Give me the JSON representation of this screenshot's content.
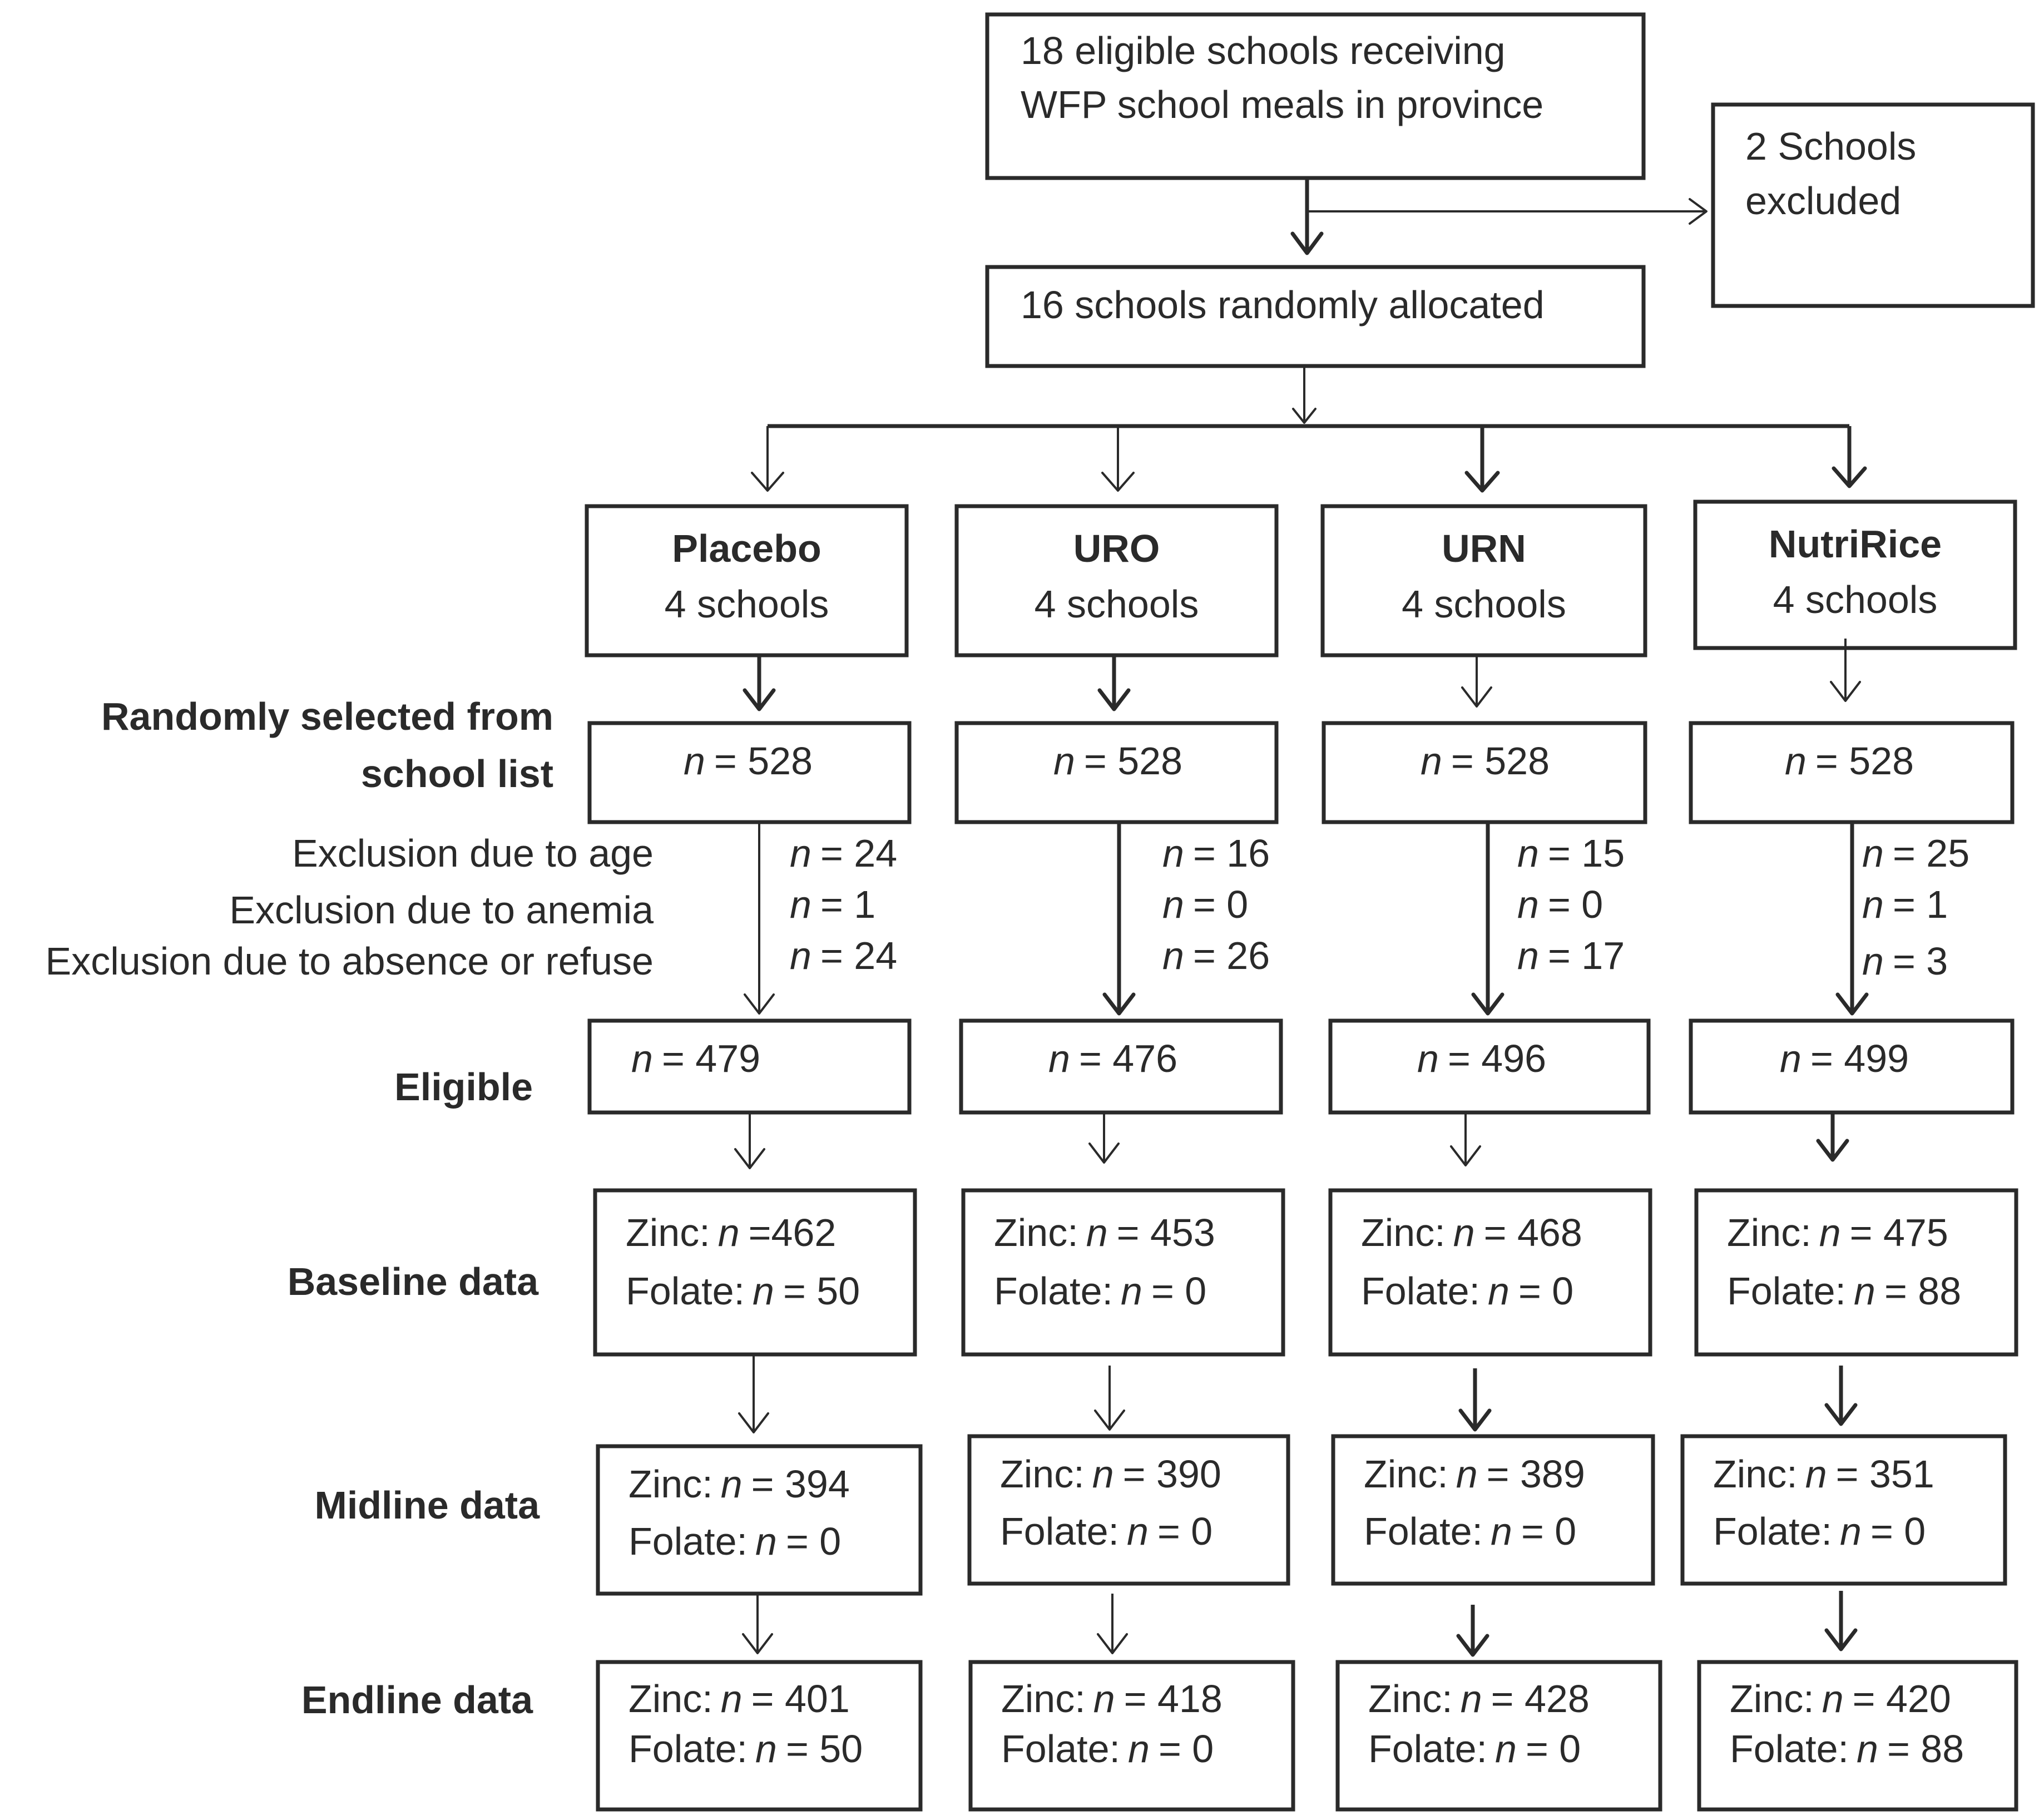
{
  "top": {
    "eligible_line1": "18 eligible schools receiving",
    "eligible_line2": "WFP school meals in province",
    "excluded_line1": "2 Schools",
    "excluded_line2": "excluded",
    "allocated": "16 schools randomly allocated"
  },
  "row_labels": {
    "selected_line1": "Randomly selected from",
    "selected_line2": "school list",
    "excl_age": "Exclusion due to age",
    "excl_anemia": "Exclusion due to anemia",
    "excl_absence": "Exclusion due to absence or refuse",
    "eligible": "Eligible",
    "baseline": "Baseline data",
    "midline": "Midline data",
    "endline": "Endline data"
  },
  "n_symbol": "n",
  "zinc_label": "Zinc:",
  "folate_label": "Folate:",
  "arms": [
    {
      "name": "Placebo",
      "schools": "4 schools",
      "selected": "= 528",
      "excl_age": "= 24",
      "excl_anemia": "= 1",
      "excl_absence": "= 24",
      "eligible": "= 479",
      "baseline_zinc": "=462",
      "baseline_folate": "= 50",
      "midline_zinc": "= 394",
      "midline_folate": "= 0",
      "endline_zinc": "= 401",
      "endline_folate": "= 50"
    },
    {
      "name": "URO",
      "schools": "4 schools",
      "selected": "= 528",
      "excl_age": "= 16",
      "excl_anemia": "= 0",
      "excl_absence": "= 26",
      "eligible": "= 476",
      "baseline_zinc": "= 453",
      "baseline_folate": "= 0",
      "midline_zinc": "= 390",
      "midline_folate": "= 0",
      "endline_zinc": "= 418",
      "endline_folate": "= 0"
    },
    {
      "name": "URN",
      "schools": "4 schools",
      "selected": "= 528",
      "excl_age": "= 15",
      "excl_anemia": "= 0",
      "excl_absence": "= 17",
      "eligible": "= 496",
      "baseline_zinc": "= 468",
      "baseline_folate": "= 0",
      "midline_zinc": "= 389",
      "midline_folate": "= 0",
      "endline_zinc": "= 428",
      "endline_folate": "= 0"
    },
    {
      "name": "NutriRice",
      "schools": "4 schools",
      "selected": "= 528",
      "excl_age": "= 25",
      "excl_anemia": "= 1",
      "excl_absence": "= 3",
      "eligible": "= 499",
      "baseline_zinc": "= 475",
      "baseline_folate": "= 88",
      "midline_zinc": "= 351",
      "midline_folate": "= 0",
      "endline_zinc": "= 420",
      "endline_folate": "= 88"
    }
  ]
}
